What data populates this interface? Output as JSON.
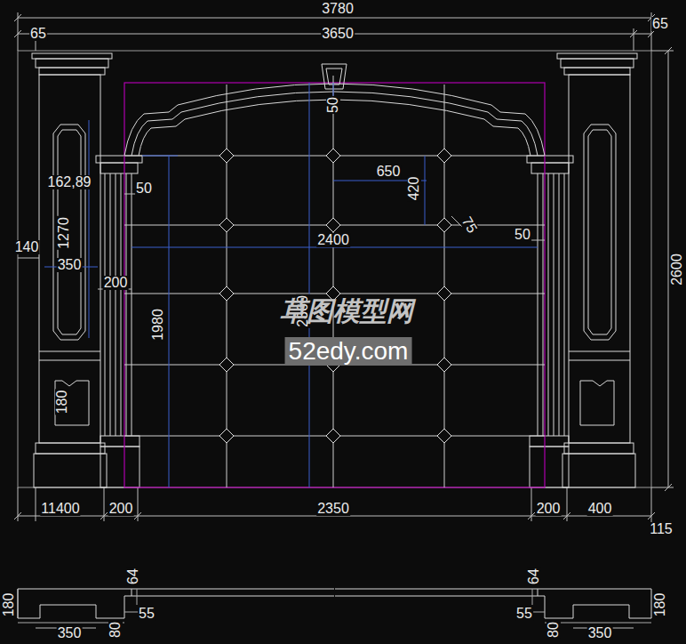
{
  "diagram": {
    "labels": [
      "3780",
      "65",
      "3650",
      "65",
      "50",
      "162,89",
      "50",
      "650",
      "420",
      "75",
      "1270",
      "140",
      "2400",
      "50",
      "2600",
      "350",
      "200",
      "2360",
      "1980",
      "草图模型网",
      "52edy.com",
      "180",
      "11400",
      "200",
      "2350",
      "200",
      "400",
      "115",
      "64",
      "64",
      "180",
      "55",
      "55",
      "180",
      "350",
      "80",
      "80",
      "350"
    ]
  }
}
